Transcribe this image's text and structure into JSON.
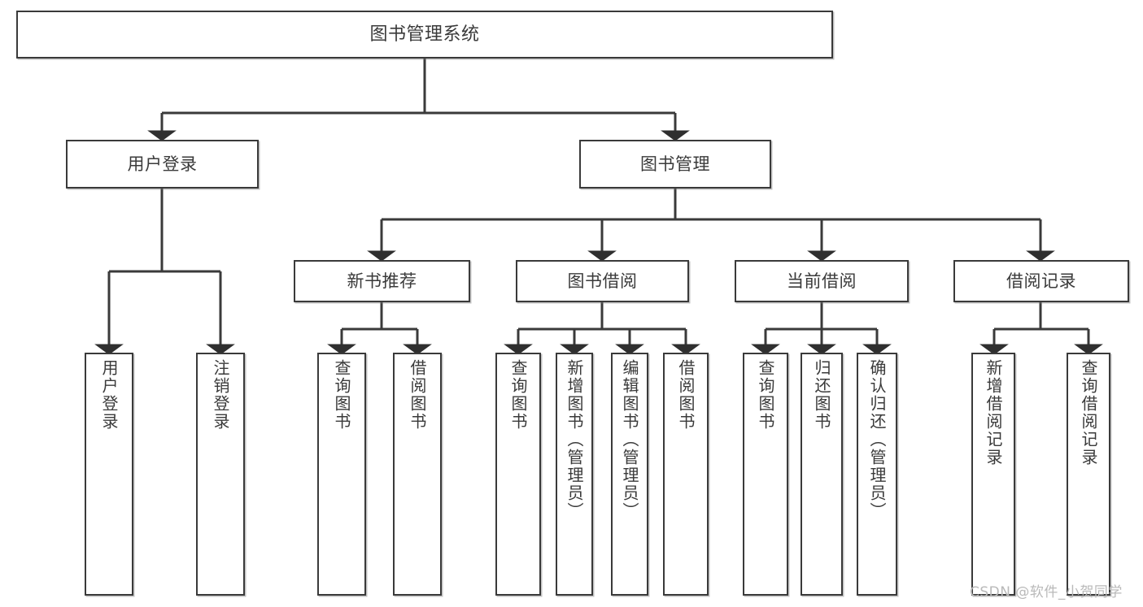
{
  "diagram": {
    "title": "图书管理系统",
    "type": "hierarchy-tree",
    "background_color": "#ffffff",
    "node_border_color": "#3a3a3a",
    "node_fill_color": "#ffffff",
    "text_color": "#3a3a3a",
    "edge_color": "#3a3a3a"
  },
  "nodes": {
    "root": {
      "label": "图书管理系统"
    },
    "level1": [
      {
        "label": "用户登录"
      },
      {
        "label": "图书管理"
      }
    ],
    "level2": [
      {
        "label": "新书推荐"
      },
      {
        "label": "图书借阅"
      },
      {
        "label": "当前借阅"
      },
      {
        "label": "借阅记录"
      }
    ],
    "leaves_user_login": [
      {
        "label": "用户登录"
      },
      {
        "label": "注销登录"
      }
    ],
    "leaves_new_book": [
      {
        "label": "查询图书"
      },
      {
        "label": "借阅图书"
      }
    ],
    "leaves_borrow": [
      {
        "label": "查询图书"
      },
      {
        "label": "新增图书（管理员）"
      },
      {
        "label": "编辑图书（管理员）"
      },
      {
        "label": "借阅图书"
      }
    ],
    "leaves_current": [
      {
        "label": "查询图书"
      },
      {
        "label": "归还图书"
      },
      {
        "label": "确认归还（管理员）"
      }
    ],
    "leaves_records": [
      {
        "label": "新增借阅记录"
      },
      {
        "label": "查询借阅记录"
      }
    ]
  },
  "watermark": {
    "text": "CSDN @软件_小贺同学",
    "color": "#b9b9b9"
  }
}
